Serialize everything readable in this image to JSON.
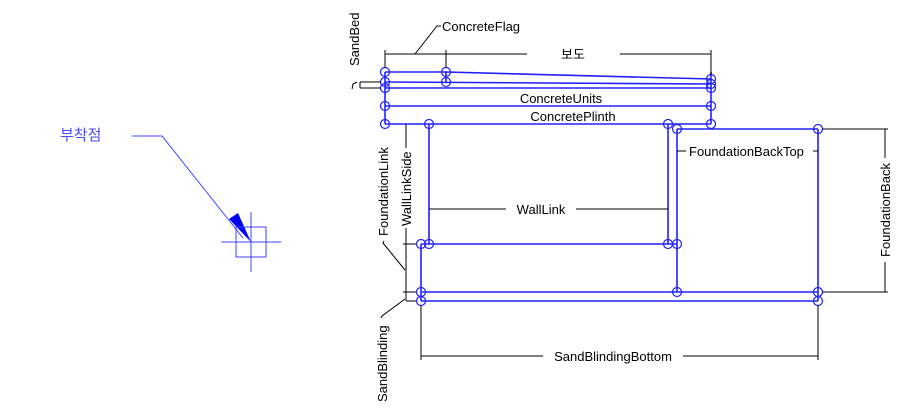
{
  "diagram": {
    "type": "cross-section parameter diagram",
    "attachment": {
      "label": "부착점",
      "icon": "attachment-point-icon"
    },
    "dimensions": {
      "sidewalk": "보도",
      "concrete_flag": "ConcreteFlag",
      "sand_bed": "SandBed",
      "concrete_units": "ConcreteUnits",
      "concrete_plinth": "ConcretePlinth",
      "foundation_link": "FoundationLink",
      "wall_link_side": "WallLinkSide",
      "wall_link": "WallLink",
      "foundation_back_top": "FoundationBackTop",
      "foundation_back": "FoundationBack",
      "sand_blinding": "SandBlinding",
      "sand_blinding_bottom": "SandBlindingBottom"
    },
    "colors": {
      "geometry": "#2020ff",
      "dimension": "#000000",
      "attachment_label": "#4a4aff"
    }
  }
}
